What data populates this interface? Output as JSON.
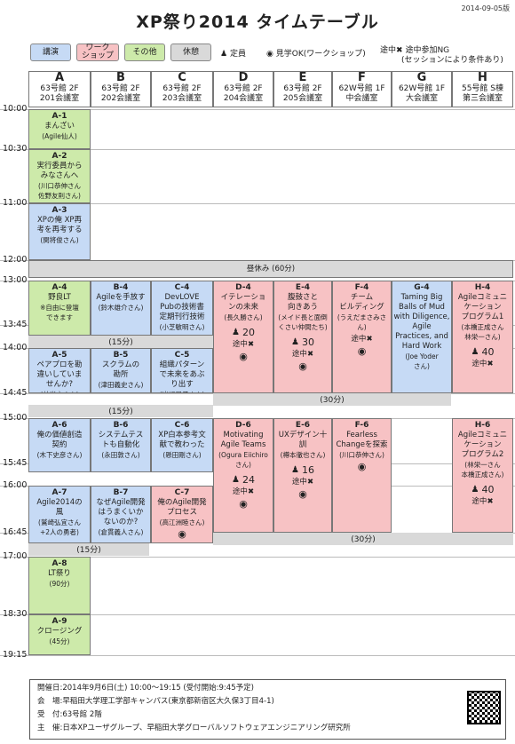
{
  "date": "2014-09-05版",
  "title": "XP祭り2014 タイムテーブル",
  "legend": {
    "lecture": "講演",
    "workshop": "ワーク\nショップ",
    "other": "その他",
    "break": "休憩",
    "fixed": "定員",
    "observe": "見学OK(ワークショップ)",
    "nojoin": "途中参加NG",
    "nojoin_note": "(セッションにより条件あり)"
  },
  "rooms": [
    {
      "letter": "A",
      "line1": "63号館 2F",
      "line2": "201会議室"
    },
    {
      "letter": "B",
      "line1": "63号館 2F",
      "line2": "202会議室"
    },
    {
      "letter": "C",
      "line1": "63号館 2F",
      "line2": "203会議室"
    },
    {
      "letter": "D",
      "line1": "63号館 2F",
      "line2": "204会議室"
    },
    {
      "letter": "E",
      "line1": "63号館 2F",
      "line2": "205会議室"
    },
    {
      "letter": "F",
      "line1": "62W号館 1F",
      "line2": "中会議室"
    },
    {
      "letter": "G",
      "line1": "62W号館 1F",
      "line2": "大会議室"
    },
    {
      "letter": "H",
      "line1": "55号館 S棟",
      "line2": "第三会議室"
    }
  ],
  "times": [
    "10:00",
    "10:30",
    "11:00",
    "12:00",
    "13:00",
    "13:45",
    "14:00",
    "14:45",
    "15:00",
    "15:45",
    "16:00",
    "16:45",
    "17:00",
    "18:30",
    "19:15"
  ],
  "lunch": "昼休み (60分)",
  "gaps": {
    "g15": "(15分)",
    "g30": "(30分)"
  },
  "sessions": {
    "A1": {
      "id": "A-1",
      "title": "まんざい",
      "speaker": "(Agile仙人)"
    },
    "A2": {
      "id": "A-2",
      "title": "実行委員から\nみなさんへ",
      "speaker": "(川口恭伸さん\n佐野友則さん)"
    },
    "A3": {
      "id": "A-3",
      "title": "XPの俺 XP再\n考を再考する",
      "speaker": "(関将俊さん)"
    },
    "A4": {
      "id": "A-4",
      "title": "野良LT",
      "speaker": "※自由に登壇\nできます"
    },
    "B4": {
      "id": "B-4",
      "title": "Agileを手放す",
      "speaker": "(鈴木雄介さん)"
    },
    "C4": {
      "id": "C-4",
      "title": "DevLOVE\nPubの技術書\n定期刊行技術",
      "speaker": "(小芝敏明さん)"
    },
    "D4": {
      "id": "D-4",
      "title": "イテレーショ\nンの未来",
      "speaker": "(長久勝さん)",
      "cap": "20"
    },
    "E4": {
      "id": "E-4",
      "title": "腹鼓さと\n向きあう",
      "speaker": "(メイド長と面倒\nくさい仲間たち)",
      "cap": "30"
    },
    "F4": {
      "id": "F-4",
      "title": "チーム\nビルディング",
      "speaker": "(うえだまさみさ\nん)"
    },
    "G4": {
      "id": "G-4",
      "title": "Taming Big\nBalls of Mud\nwith Diligence,\nAgile\nPractices, and\nHard Work",
      "speaker": "(Joe Yoder\nさん)"
    },
    "H4": {
      "id": "H-4",
      "title": "Agileコミュニ\nケーション\nプログラム1",
      "speaker": "(本橋正成さん\n林栄一さん)",
      "cap": "40"
    },
    "A5": {
      "id": "A-5",
      "title": "ペアプロを勘\n違いしていま\nせんか?",
      "speaker": "(林尚之さん)"
    },
    "B5": {
      "id": "B-5",
      "title": "スクラムの\n勘所",
      "speaker": "(津田義史さん)"
    },
    "C5": {
      "id": "C-5",
      "title": "組織パターン\nで未来をあぶ\nり出す",
      "speaker": "(岩切晃子さん)"
    },
    "A6": {
      "id": "A-6",
      "title": "俺の価値創造\n契約",
      "speaker": "(木下史彦さん)"
    },
    "B6": {
      "id": "B-6",
      "title": "システムテス\nトも自動化",
      "speaker": "(永田敦さん)"
    },
    "C6": {
      "id": "C-6",
      "title": "XP白本参考文\n献で教わった",
      "speaker": "(懸田剛さん)"
    },
    "D6": {
      "id": "D-6",
      "title": "Motivating\nAgile Teams",
      "speaker": "(Ogura Eiichiro\nさん)",
      "cap": "24"
    },
    "E6": {
      "id": "E-6",
      "title": "UXデザイン十\n訓",
      "speaker": "(樽本徹也さん)",
      "cap": "16"
    },
    "F6": {
      "id": "F-6",
      "title": "Fearless\nChangeを探索",
      "speaker": "(川口恭伸さん)"
    },
    "H6": {
      "id": "H-6",
      "title": "Agileコミュニ\nケーション\nプログラム2",
      "speaker": "(林栄一さん\n本橋正成さん)",
      "cap": "40"
    },
    "A7": {
      "id": "A-7",
      "title": "Agile2014の\n風",
      "speaker": "(鷲崎弘宜さん\n+2人の勇者)"
    },
    "B7": {
      "id": "B-7",
      "title": "なぜAgile開発\nはうまくいか\nないのか?",
      "speaker": "(倉貫義人さん)"
    },
    "C7": {
      "id": "C-7",
      "title": "俺のAgile開発\nプロセス",
      "speaker": "(高江洲睦さん)"
    },
    "A8": {
      "id": "A-8",
      "title": "LT祭り",
      "speaker": "(90分)"
    },
    "A9": {
      "id": "A-9",
      "title": "クロージング",
      "speaker": "(45分)"
    }
  },
  "nojoin_short": "途中",
  "footer": {
    "l1": "開催日:2014年9月6日(土) 10:00〜19:15 (受付開始:9:45予定)",
    "l2": "会　場:早稲田大学理工学部キャンパス(東京都新宿区大久保3丁目4-1)",
    "l3": "受　付:63号館 2階",
    "l4": "主　催:日本XPユーザグループ、早稲田大学グローバルソフトウェアエンジニアリング研究所"
  }
}
